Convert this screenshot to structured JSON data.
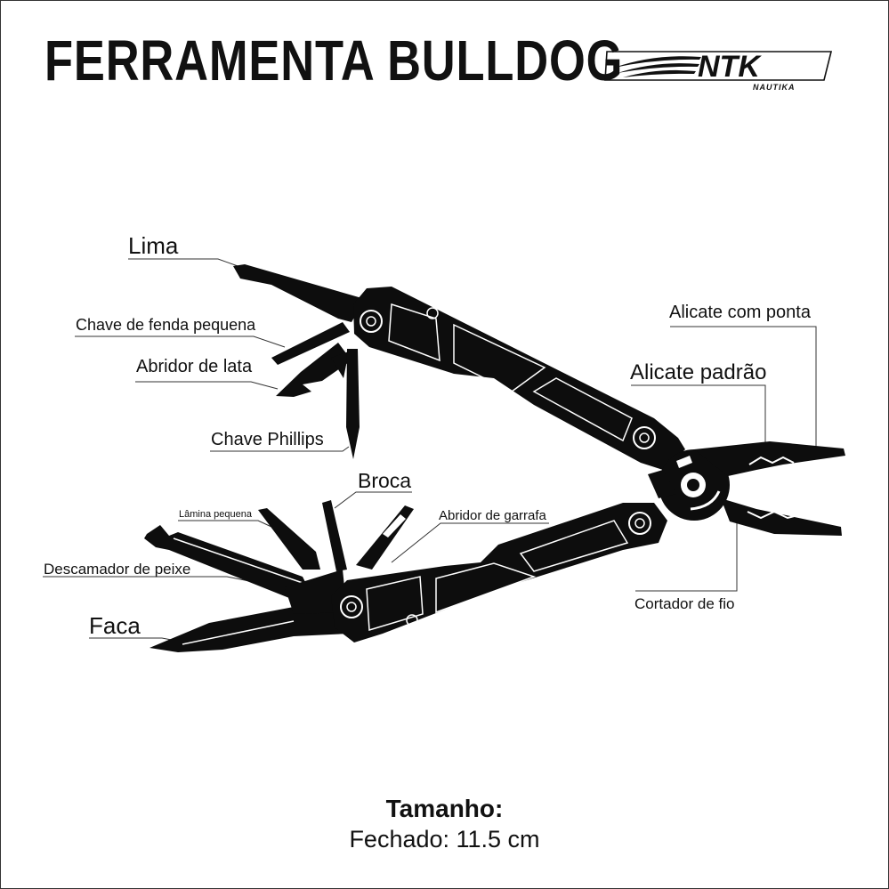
{
  "title": "FERRAMENTA BULLDOG",
  "brand": {
    "name": "NTK",
    "subtitle": "NAUTIKA"
  },
  "labels": {
    "lima": "Lima",
    "chave_fenda": "Chave de fenda pequena",
    "abridor_lata": "Abridor de lata",
    "chave_phillips": "Chave Phillips",
    "broca": "Broca",
    "lamina_pequena": "Lâmina pequena",
    "abridor_garrafa": "Abridor de garrafa",
    "descamador": "Descamador de peixe",
    "faca": "Faca",
    "alicate_ponta": "Alicate com ponta",
    "alicate_padrao": "Alicate padrão",
    "cortador": "Cortador de fio"
  },
  "size": {
    "heading": "Tamanho:",
    "value": "Fechado: 11.5 cm"
  },
  "colors": {
    "tool": "#0d0d0d",
    "detail": "#ffffff",
    "leader": "#333333"
  }
}
